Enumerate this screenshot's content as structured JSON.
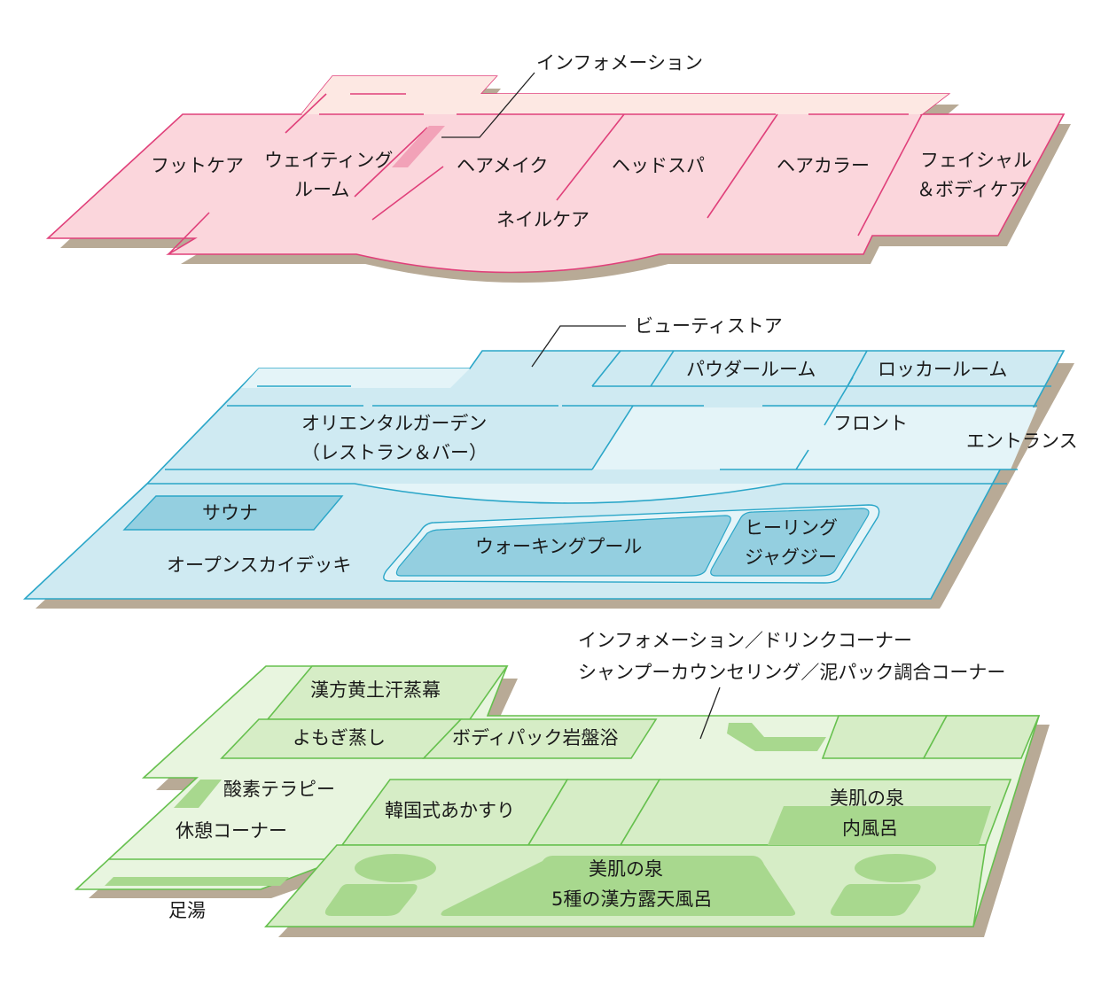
{
  "colors": {
    "shadow": "#b8aa96",
    "pink_stroke": "#e0407a",
    "pink_fill": "#fbd6dc",
    "pink_light": "#fde8e3",
    "pink_accent": "#f2a2b8",
    "blue_stroke": "#2aa6c8",
    "blue_fill": "#cfeaf2",
    "blue_light": "#e4f4f8",
    "blue_accent": "#94cfe0",
    "green_stroke": "#66c04e",
    "green_fill": "#d6edc6",
    "green_light": "#e8f5df",
    "green_accent": "#a8d88e",
    "line": "#222222"
  },
  "floors": {
    "top": {
      "info": "インフォメーション",
      "foot_care": "フットケア",
      "waiting_1": "ウェイティング",
      "waiting_2": "ルーム",
      "hair_make": "ヘアメイク",
      "head_spa": "ヘッドスパ",
      "hair_color": "ヘアカラー",
      "facial_1": "フェイシャル",
      "facial_2": "＆ボディケア",
      "nail_care": "ネイルケア"
    },
    "middle": {
      "beauty_store": "ビューティストア",
      "powder_room": "パウダールーム",
      "locker_room": "ロッカールーム",
      "oriental_1": "オリエンタルガーデン",
      "oriental_2": "（レストラン＆バー）",
      "front": "フロント",
      "entrance": "エントランス",
      "sauna": "サウナ",
      "open_deck": "オープンスカイデッキ",
      "walking_pool": "ウォーキングプール",
      "healing_1": "ヒーリング",
      "healing_2": "ジャグジー"
    },
    "bottom": {
      "info_drink": "インフォメーション／ドリンクコーナー",
      "shampoo": "シャンプーカウンセリング／泥パック調合コーナー",
      "kanpo": "漢方黄土汗蒸幕",
      "yomogi": "よもぎ蒸し",
      "body_pack": "ボディパック岩盤浴",
      "oxygen": "酸素テラピー",
      "rest": "休憩コーナー",
      "ashiyu": "足湯",
      "akasuri": "韓国式あかすり",
      "inner_bath_1": "美肌の泉",
      "inner_bath_2": "内風呂",
      "outdoor_1": "美肌の泉",
      "outdoor_2": "5種の漢方露天風呂"
    }
  }
}
